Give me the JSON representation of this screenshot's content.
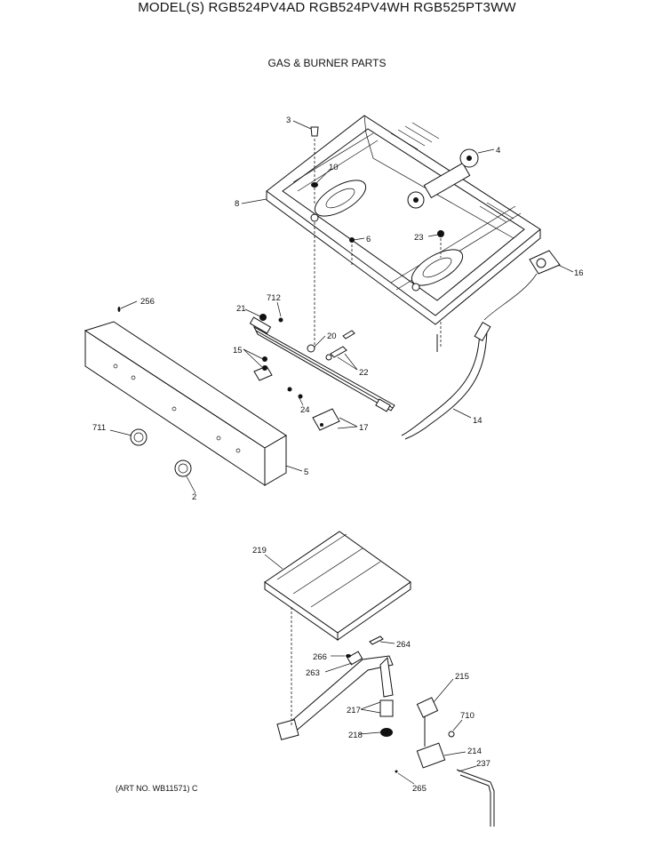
{
  "header": {
    "models": "MODEL(S) RGB524PV4AD  RGB524PV4WH  RGB525PT3WW",
    "section": "GAS & BURNER PARTS"
  },
  "footer": {
    "art_no": "(ART NO. WB11571) C"
  },
  "callouts": [
    "3",
    "4",
    "10",
    "8",
    "6",
    "23",
    "16",
    "256",
    "712",
    "21",
    "20",
    "15",
    "22",
    "24",
    "14",
    "17",
    "711",
    "5",
    "2",
    "219",
    "264",
    "266",
    "263",
    "215",
    "217",
    "710",
    "218",
    "214",
    "237",
    "265"
  ]
}
